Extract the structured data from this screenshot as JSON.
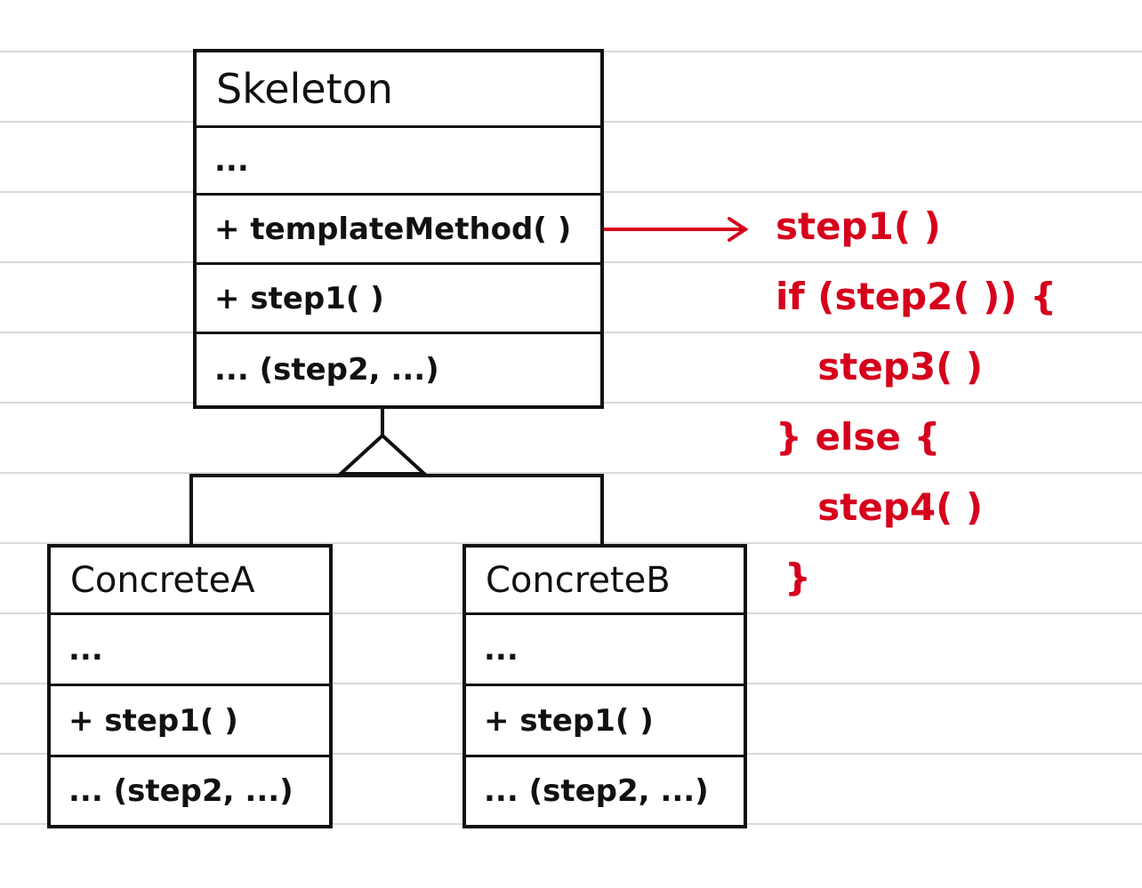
{
  "colors": {
    "ink": "#111111",
    "annotation": "#d6001c",
    "rule": "#d9d9d9"
  },
  "skeleton": {
    "name": "Skeleton",
    "attributes": "...",
    "methods": [
      "+ templateMethod( )",
      "+ step1( )",
      "... (step2, ...)"
    ]
  },
  "concrete_a": {
    "name": "ConcreteA",
    "attributes": "...",
    "methods": [
      "+ step1( )",
      "... (step2, ...)"
    ]
  },
  "concrete_b": {
    "name": "ConcreteB",
    "attributes": "...",
    "methods": [
      "+ step1( )",
      "... (step2, ...)"
    ]
  },
  "template_code": [
    "step1( )",
    "if (step2( )) {",
    "  step3( )",
    "} else {",
    "  step4( )",
    "}"
  ]
}
